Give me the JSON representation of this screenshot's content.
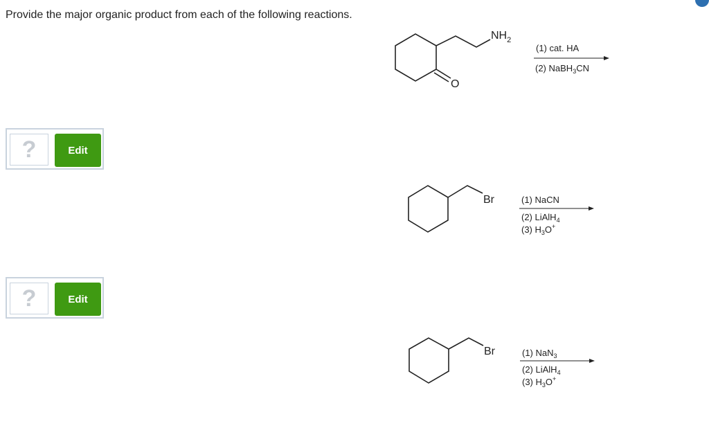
{
  "instructions": "Provide the major organic product from each of the following reactions.",
  "answer_slots": [
    {
      "placeholder": "?",
      "button_label": "Edit"
    },
    {
      "placeholder": "?",
      "button_label": "Edit"
    }
  ],
  "reactions": [
    {
      "substituents": {
        "amine": "NH",
        "amine_sub": "2",
        "carbonyl": "O"
      },
      "conditions": [
        {
          "step": "(1) cat. HA"
        },
        {
          "step": "(2) NaBH",
          "sub": "3",
          "tail": "CN"
        }
      ]
    },
    {
      "leaving_group": "Br",
      "conditions": [
        {
          "step": "(1) NaCN"
        },
        {
          "step": "(2) LiAlH",
          "sub": "4"
        },
        {
          "step": "(3) H",
          "sub": "3",
          "tail": "O",
          "sup": "+"
        }
      ]
    },
    {
      "leaving_group": "Br",
      "conditions": [
        {
          "step": "(1) NaN",
          "sub": "3"
        },
        {
          "step": "(2) LiAlH",
          "sub": "4"
        },
        {
          "step": "(3) H",
          "sub": "3",
          "tail": "O",
          "sup": "+"
        }
      ]
    }
  ]
}
